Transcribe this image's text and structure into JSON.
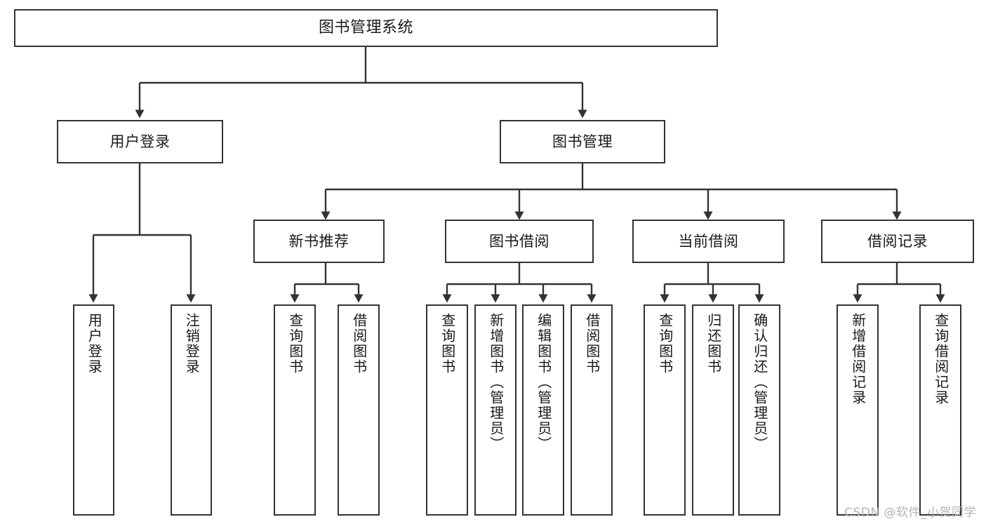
{
  "diagram": {
    "title": "图书管理系统",
    "type": "tree",
    "watermark": "CSDN @软件_小贺同学",
    "colors": {
      "box_border": "#333333",
      "box_fill": "#ffffff",
      "edge": "#333333",
      "text": "#1a1a1a",
      "watermark": "#b4b4b4",
      "background": "#ffffff"
    }
  },
  "nodes": {
    "root": {
      "label": "图书管理系统",
      "orientation": "horizontal"
    },
    "level2": [
      {
        "id": "user-login",
        "label": "用户登录",
        "orientation": "horizontal"
      },
      {
        "id": "book-manage",
        "label": "图书管理",
        "orientation": "horizontal"
      }
    ],
    "level3": [
      {
        "id": "new-book-recommend",
        "label": "新书推荐",
        "orientation": "horizontal"
      },
      {
        "id": "book-borrow",
        "label": "图书借阅",
        "orientation": "horizontal"
      },
      {
        "id": "current-borrow",
        "label": "当前借阅",
        "orientation": "horizontal"
      },
      {
        "id": "borrow-record",
        "label": "借阅记录",
        "orientation": "horizontal"
      }
    ],
    "leaves": [
      {
        "id": "leaf-user-login",
        "label": "用户登录",
        "parent": "user-login",
        "orientation": "vertical"
      },
      {
        "id": "leaf-user-logout",
        "label": "注销登录",
        "parent": "user-login",
        "orientation": "vertical"
      },
      {
        "id": "leaf-query-book-1",
        "label": "查询图书",
        "parent": "new-book-recommend",
        "orientation": "vertical"
      },
      {
        "id": "leaf-borrow-book-1",
        "label": "借阅图书",
        "parent": "new-book-recommend",
        "orientation": "vertical"
      },
      {
        "id": "leaf-query-book-2",
        "label": "查询图书",
        "parent": "book-borrow",
        "orientation": "vertical"
      },
      {
        "id": "leaf-add-book",
        "label": "新增图书（管理员）",
        "parent": "book-borrow",
        "orientation": "vertical"
      },
      {
        "id": "leaf-edit-book",
        "label": "编辑图书（管理员）",
        "parent": "book-borrow",
        "orientation": "vertical"
      },
      {
        "id": "leaf-borrow-book-2",
        "label": "借阅图书",
        "parent": "book-borrow",
        "orientation": "vertical"
      },
      {
        "id": "leaf-query-book-3",
        "label": "查询图书",
        "parent": "current-borrow",
        "orientation": "vertical"
      },
      {
        "id": "leaf-return-book",
        "label": "归还图书",
        "parent": "current-borrow",
        "orientation": "vertical"
      },
      {
        "id": "leaf-confirm-return",
        "label": "确认归还（管理员）",
        "parent": "current-borrow",
        "orientation": "vertical"
      },
      {
        "id": "leaf-add-record",
        "label": "新增借阅记录",
        "parent": "borrow-record",
        "orientation": "vertical"
      },
      {
        "id": "leaf-query-record",
        "label": "查询借阅记录",
        "parent": "borrow-record",
        "orientation": "vertical"
      }
    ]
  }
}
